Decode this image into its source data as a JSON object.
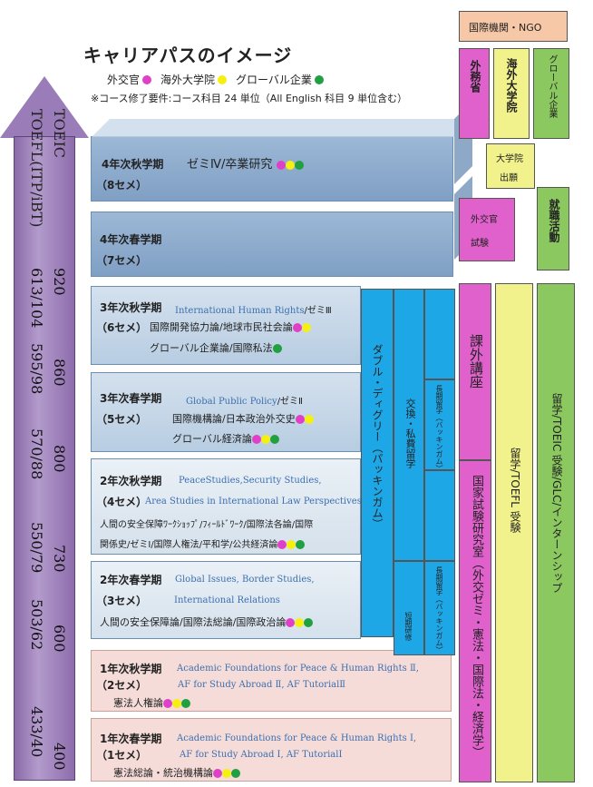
{
  "title": "キャリアパスのイメージ",
  "legend": [
    {
      "label": "外交官",
      "color": "#e040c8"
    },
    {
      "label": "海外大学院",
      "color": "#f5f010"
    },
    {
      "label": "グローバル企業",
      "color": "#20a040"
    }
  ],
  "requirement": "※コース修了要件:コース科目 24 単位（All English 科目 9 単位含む）",
  "arrow": {
    "label1": "TOEIC",
    "label2": "TOEFL(ITP/iBT)",
    "scores": [
      {
        "toeic": "920",
        "toefl": "613/104"
      },
      {
        "toeic": "860",
        "toefl": "595/98"
      },
      {
        "toeic": "800",
        "toefl": "570/88"
      },
      {
        "toeic": "730",
        "toefl": "550/79"
      },
      {
        "toeic": "600",
        "toefl": "503/62"
      },
      {
        "toeic": "400",
        "toefl": "433/40"
      }
    ]
  },
  "semesters": {
    "s8": {
      "term": "4年次秋学期",
      "sem": "（8セメ）",
      "text": "ゼミⅣ/卒業研究"
    },
    "s7": {
      "term": "4年次春学期",
      "sem": "（7セメ）"
    },
    "s6": {
      "term": "3年次秋学期",
      "en": "International Human Rights",
      "jp0": "/ゼミⅢ",
      "sem": "（6セメ）",
      "line1": "国際開発協力論/地球市民社会論",
      "line2": "グローバル企業論/国際私法"
    },
    "s5": {
      "term": "3年次春学期",
      "en": "Global Public Policy",
      "jp0": "/ゼミⅡ",
      "sem": "（5セメ）",
      "line1": "国際機構論/日本政治外交史",
      "line2": "グローバル経済論"
    },
    "s4": {
      "term": "2年次秋学期",
      "en1": "PeaceStudies,Security Studies,",
      "sem": "（4セメ）",
      "en2": "Area Studies in International Law Perspectives",
      "line1": "人間の安全保障ﾜｰｸｼｮｯﾌﾟ/ﾌｨｰﾙﾄﾞﾜｰｸ/国際法各論/国際",
      "line2": "関係史/ゼミⅠ/国際人権法/平和学/公共経済論"
    },
    "s3": {
      "term": "2年次春学期",
      "en1": "Global Issues, Border Studies,",
      "sem": "（3セメ）",
      "en2": "International Relations",
      "line1": "人間の安全保障論/国際法総論/国際政治論"
    },
    "s2": {
      "term": "1年次秋学期",
      "en1": "Academic Foundations for Peace & Human Rights Ⅱ,",
      "sem": "（2セメ）",
      "en2": "AF for Study Abroad Ⅱ, AF TutorialⅡ",
      "line1": "憲法人権論"
    },
    "s1": {
      "term": "1年次春学期",
      "en1": "Academic Foundations for Peace & Human Rights Ⅰ,",
      "sem": "（1セメ）",
      "en2": "AF for Study Abroad Ⅰ, AF TutorialⅠ",
      "line1": "憲法総論・統治機構論"
    }
  },
  "right": {
    "ngo": "国際機関・NGO",
    "gaimu": "外務省",
    "kaigai": "海外大学院",
    "global": "グローバル企業",
    "daigakuin1": "大学院",
    "daigakuin2": "出願",
    "gaikoukan1": "外交官",
    "gaikoukan2": "試験",
    "shushoku": "就職活動",
    "double": "ダブル・ディグリー（パッキンガム）",
    "koukan": "交換・私費留学",
    "choki1": "長期留学（バッキンガム）",
    "choki2": "長期留学（バッキンガム）",
    "tanki": "短期研修",
    "kagai": "課外講座",
    "kokka": "国家試験研究室（外交ゼミ・憲法・国際法・経済学）",
    "ryugaku_toefl": "留学/TOEFL 受験",
    "ryugaku_glc": "留学/TOEIC 受験/GLC/インターンシップ"
  }
}
